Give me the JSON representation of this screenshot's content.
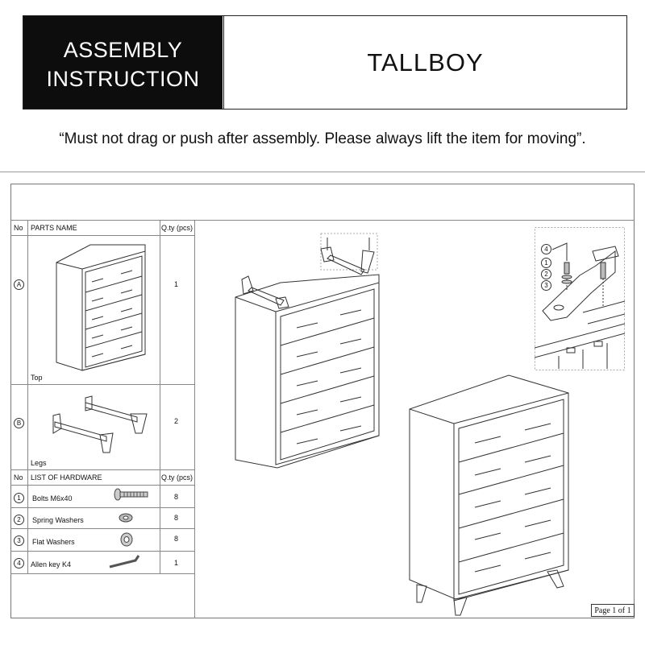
{
  "header": {
    "brand_line1": "ASSEMBLY",
    "brand_line2": "INSTRUCTION",
    "product": "TALLBOY"
  },
  "warning": "“Must not drag or push after assembly. Please always lift the item for moving”.",
  "parts_table": {
    "col_no": "No",
    "col_name": "PARTS  NAME",
    "col_qty": "Q.ty (pcs)",
    "rows": [
      {
        "no": "A",
        "caption": "Top",
        "qty": "1"
      },
      {
        "no": "B",
        "caption": "Legs",
        "qty": "2"
      }
    ]
  },
  "hardware_table": {
    "col_no": "No",
    "col_name": "LIST OF HARDWARE",
    "col_qty": "Q.ty (pcs)",
    "rows": [
      {
        "no": "1",
        "name": "Bolts M6x40",
        "qty": "8",
        "icon": "bolt-icon"
      },
      {
        "no": "2",
        "name": "Spring Washers",
        "qty": "8",
        "icon": "spring-washer-icon"
      },
      {
        "no": "3",
        "name": "Flat Washers",
        "qty": "8",
        "icon": "flat-washer-icon"
      },
      {
        "no": "4",
        "name": "Allen key K4",
        "qty": "1",
        "icon": "allen-key-icon"
      }
    ]
  },
  "detail_callouts": [
    "4",
    "1",
    "2",
    "3"
  ],
  "page_label": "Page 1 of 1"
}
